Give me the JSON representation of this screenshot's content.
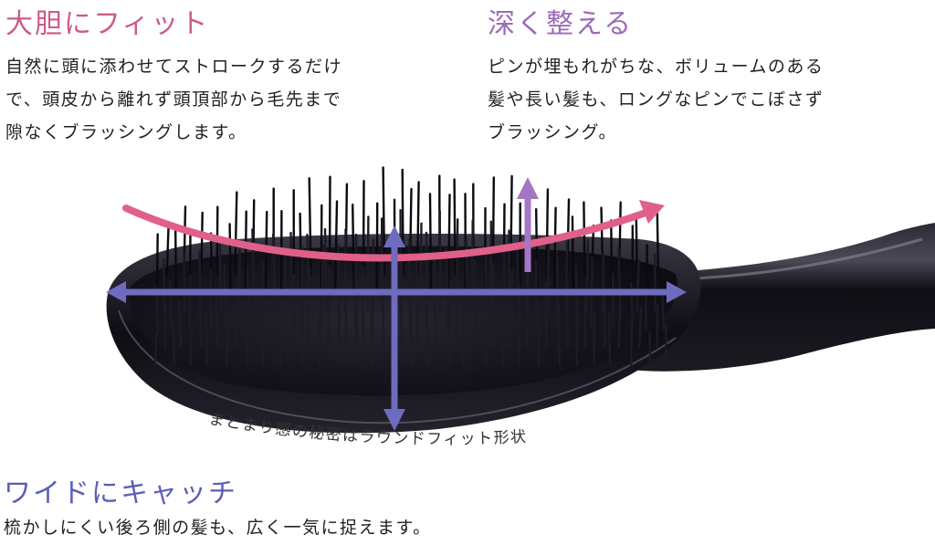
{
  "colors": {
    "pink": "#e0608a",
    "pink_text": "#cc5a8c",
    "purple": "#a377c4",
    "purple_text": "#9b6bb7",
    "blue": "#6e6cc0",
    "blue_text": "#5a5fb5",
    "brush": "#17161d"
  },
  "icons": {
    "curve_arrow": "curved-right-arrow",
    "up_arrow": "up-arrow",
    "horizontal_arrow": "double-headed-horizontal-arrow",
    "vertical_arrow": "double-headed-vertical-arrow"
  },
  "fit": {
    "title": "大胆にフィット",
    "lines": [
      "自然に頭に添わせてストロークするだけ",
      "で、頭皮から離れず頭頂部から毛先まで",
      "隙なくブラッシングします。"
    ]
  },
  "deep": {
    "title": "深く整える",
    "lines": [
      "ピンが埋もれがちな、ボリュームのある",
      "髪や長い髪も、ロングなピンでこぼさず",
      "ブラッシング。"
    ]
  },
  "caption": "まとまり感の秘密はラウンドフィット形状",
  "wide": {
    "title": "ワイドにキャッチ",
    "text": "梳かしにくい後ろ側の髪も、広く一気に捉えます。"
  }
}
